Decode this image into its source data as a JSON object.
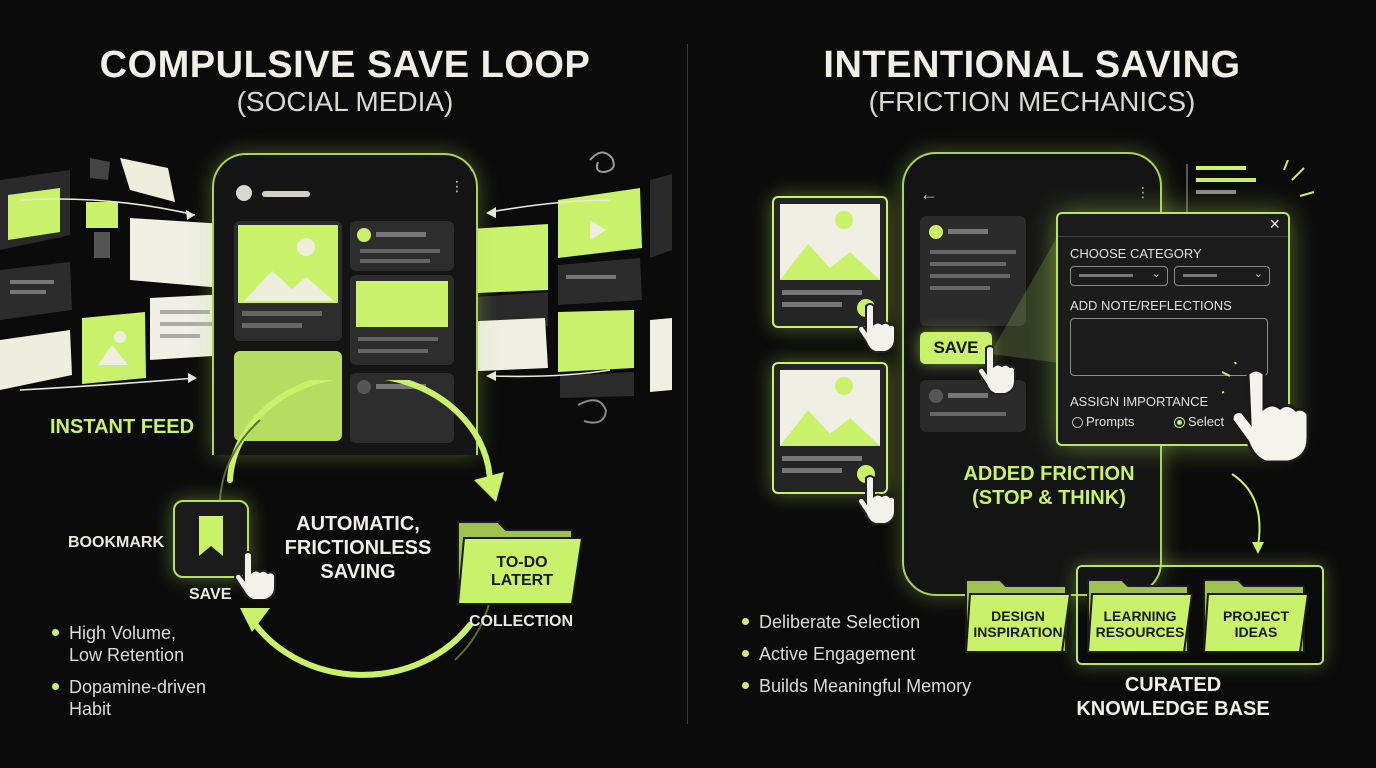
{
  "left": {
    "title": "COMPULSIVE SAVE LOOP",
    "subtitle": "(SOCIAL MEDIA)",
    "instant_feed": "INSTANT FEED",
    "bookmark": "BOOKMARK",
    "save": "SAVE",
    "automatic": [
      "AUTOMATIC,",
      "FRICTIONLESS",
      "SAVING"
    ],
    "folder_label": [
      "TO-DO",
      "LATERT"
    ],
    "collection": "COLLECTION",
    "bullets": [
      [
        "High Volume,",
        "Low Retention"
      ],
      [
        "Dopamine-driven",
        "Habit"
      ]
    ]
  },
  "right": {
    "title": "INTENTIONAL SAVING",
    "subtitle": "(FRICTION MECHANICS)",
    "save_button": "SAVE",
    "popup": {
      "choose_category": "CHOOSE CATEGORY",
      "add_note": "ADD NOTE/REFLECTIONS",
      "assign_importance": "ASSIGN IMPORTANCE",
      "option_prompts": "Prompts",
      "option_select": "Select",
      "close": "×"
    },
    "added_friction": [
      "ADDED FRICTION",
      "(STOP & THINK)"
    ],
    "bullets": [
      "Deliberate Selection",
      "Active Engagement",
      "Builds Meaningful Memory"
    ],
    "folders": [
      [
        "DESIGN",
        "INSPIRATION"
      ],
      [
        "LEARNING",
        "RESOURCES"
      ],
      [
        "PROJECT",
        "IDEAS"
      ]
    ],
    "curated": [
      "CURATED",
      "KNOWLEDGE BASE"
    ]
  },
  "colors": {
    "accent": "#c9f26a",
    "background": "#0b0b0b",
    "card": "#efefe4"
  }
}
